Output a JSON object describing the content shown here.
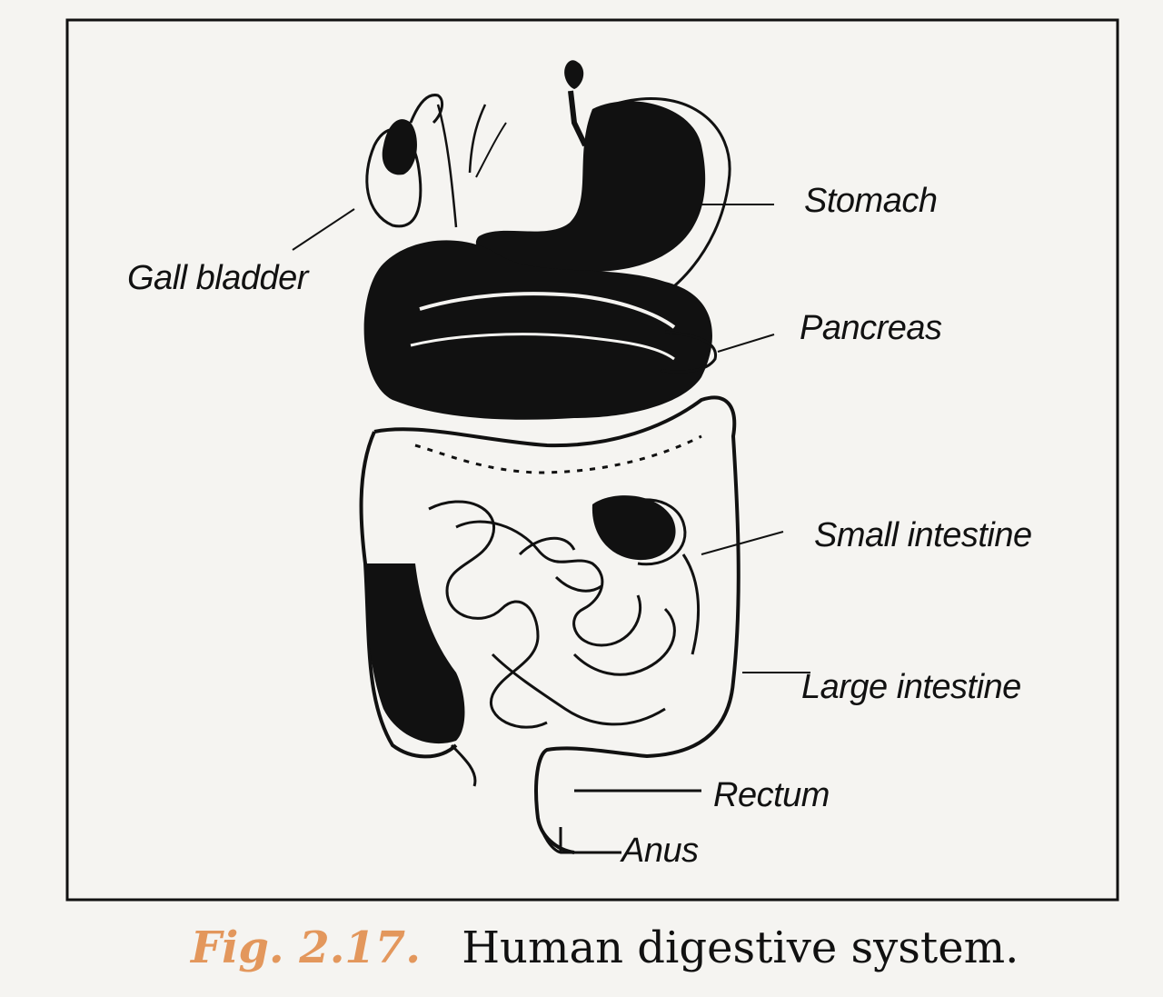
{
  "labels": {
    "stomach": "Stomach",
    "gall_bladder": "Gall bladder",
    "pancreas": "Pancreas",
    "small_intestine": "Small intestine",
    "large_intestine": "Large intestine",
    "rectum": "Rectum",
    "anus": "Anus"
  },
  "caption": {
    "number": "Fig. 2.17.",
    "text": "Human digestive system."
  },
  "colors": {
    "ink": "#111111",
    "caption_number": "#e3975c",
    "paper": "#f5f4f1"
  }
}
